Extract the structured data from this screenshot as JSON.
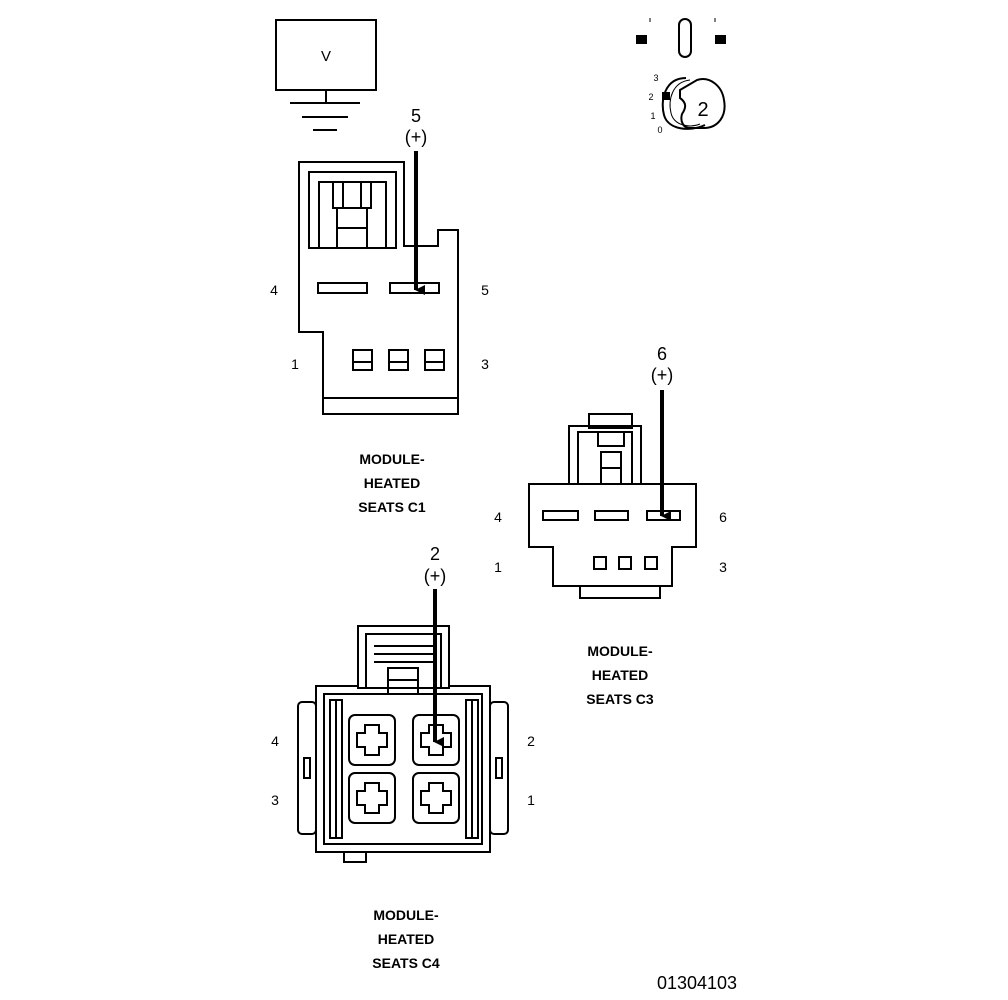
{
  "voltmeter": {
    "symbol": "V"
  },
  "ignition": {
    "positions": [
      "3",
      "2",
      "1",
      "0"
    ],
    "key_number": "2"
  },
  "connectors": [
    {
      "id": "c1",
      "probe_pin": "5",
      "probe_polarity": "(+)",
      "pin_labels": {
        "top_left": "4",
        "top_right": "5",
        "bottom_left": "1",
        "bottom_right": "3"
      },
      "label_lines": [
        "MODULE-",
        "HEATED",
        "SEATS C1"
      ]
    },
    {
      "id": "c3",
      "probe_pin": "6",
      "probe_polarity": "(+)",
      "pin_labels": {
        "top_left": "4",
        "top_right": "6",
        "bottom_left": "1",
        "bottom_right": "3"
      },
      "label_lines": [
        "MODULE-",
        "HEATED",
        "SEATS C3"
      ]
    },
    {
      "id": "c4",
      "probe_pin": "2",
      "probe_polarity": "(+)",
      "pin_labels": {
        "top_left": "4",
        "top_right": "2",
        "bottom_left": "3",
        "bottom_right": "1"
      },
      "label_lines": [
        "MODULE-",
        "HEATED",
        "SEATS C4"
      ]
    }
  ],
  "figure_number": "01304103"
}
